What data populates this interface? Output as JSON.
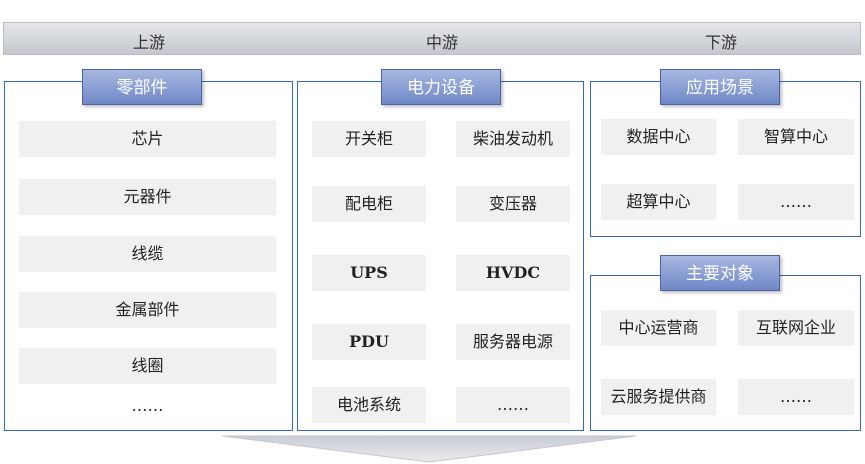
{
  "stages": {
    "upstream": "上游",
    "midstream": "中游",
    "downstream": "下游"
  },
  "components": {
    "title": "零部件",
    "items": [
      "芯片",
      "元器件",
      "线缆",
      "金属部件",
      "线圈",
      "……"
    ]
  },
  "equipment": {
    "title": "电力设备",
    "items": [
      "开关柜",
      "柴油发动机",
      "配电柜",
      "变压器",
      "UPS",
      "HVDC",
      "PDU",
      "服务器电源",
      "电池系统",
      "……"
    ]
  },
  "applications": {
    "title": "应用场景",
    "items": [
      "数据中心",
      "智算中心",
      "超算中心",
      "……"
    ]
  },
  "entities": {
    "title": "主要对象",
    "items": [
      "中心运营商",
      "互联网企业",
      "云服务提供商",
      "……"
    ]
  },
  "colors": {
    "panel_border": "#3a68b4",
    "title_fill": "#7f97d2",
    "item_fill": "#f0f0f0",
    "bar_fill": "#d3d6db"
  }
}
